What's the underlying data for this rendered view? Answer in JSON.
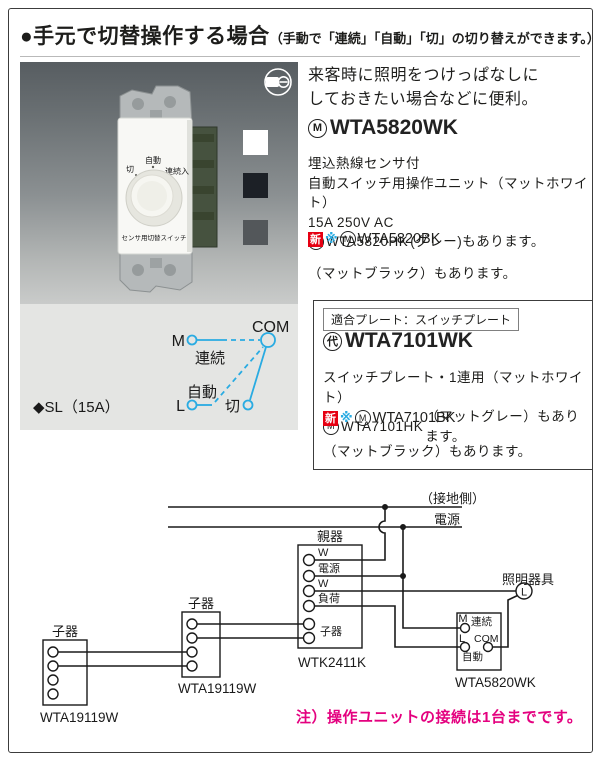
{
  "header": {
    "bullet_title": "●手元で切替操作する場合",
    "subtitle": "（手動で「連続」「自動」「切」の切り替えができます。）"
  },
  "marks": {
    "m": "M",
    "dai": "代"
  },
  "photo": {
    "dial_left": "切",
    "dial_top": "自動",
    "dial_right": "連続入",
    "dial_caption": "センサ用切替スイッチ",
    "rating": "◆SL（15A）",
    "swatch_colors": [
      "#ffffff",
      "#1c2026",
      "#53575a"
    ]
  },
  "mode_schematic": {
    "com": "COM",
    "m": "M",
    "l": "L",
    "continuous": "連続",
    "auto": "自動",
    "off": "切",
    "accent_color": "#29abe2"
  },
  "info": {
    "desc1": "来客時に照明をつけっぱなしに",
    "desc2": "しておきたい場合などに便利。",
    "model": "WTA5820WK",
    "spec1": "埋込熱線センサ付",
    "spec2": "自動スイッチ用操作ユニット（マットホワイト）",
    "spec3": "15A 250V AC",
    "variant_gray_code": "WTA5820HK",
    "variant_gray_suffix": "(グレー)もあります。",
    "new_label": "新",
    "asterisk": "※",
    "variant_black_code": "WTA5820BK",
    "variant_black_note": "（マットブラック）もあります。"
  },
  "plate": {
    "tag": "適合プレート：スイッチプレート",
    "model": "WTA7101WK",
    "spec1": "スイッチプレート・1連用（マットホワイト）",
    "variant_gray_code": "WTA7101HK",
    "variant_gray_suffix": "（マットグレー）もあります。",
    "new_label": "新",
    "asterisk": "※",
    "variant_black_code": "WTA7101BK",
    "variant_black_note": "（マットブラック）もあります。"
  },
  "wiring": {
    "ground_side": "（接地側）",
    "power": "電源",
    "parent_label": "親器",
    "t_w1": "W",
    "t_power": "電源",
    "t_w2": "W",
    "t_load": "負荷",
    "t_child": "子器",
    "child_label": "子器",
    "parent_model": "WTK2411K",
    "child_model": "WTA19119W",
    "fixture_label": "照明器具",
    "lamp": "L",
    "unit_m": "M",
    "unit_continuous": "連続",
    "unit_l": "L",
    "unit_com": "COM",
    "unit_auto": "自動",
    "unit_model": "WTA5820WK",
    "note": "注）操作ユニットの接続は1台までです。",
    "note_color": "#e4007f"
  }
}
